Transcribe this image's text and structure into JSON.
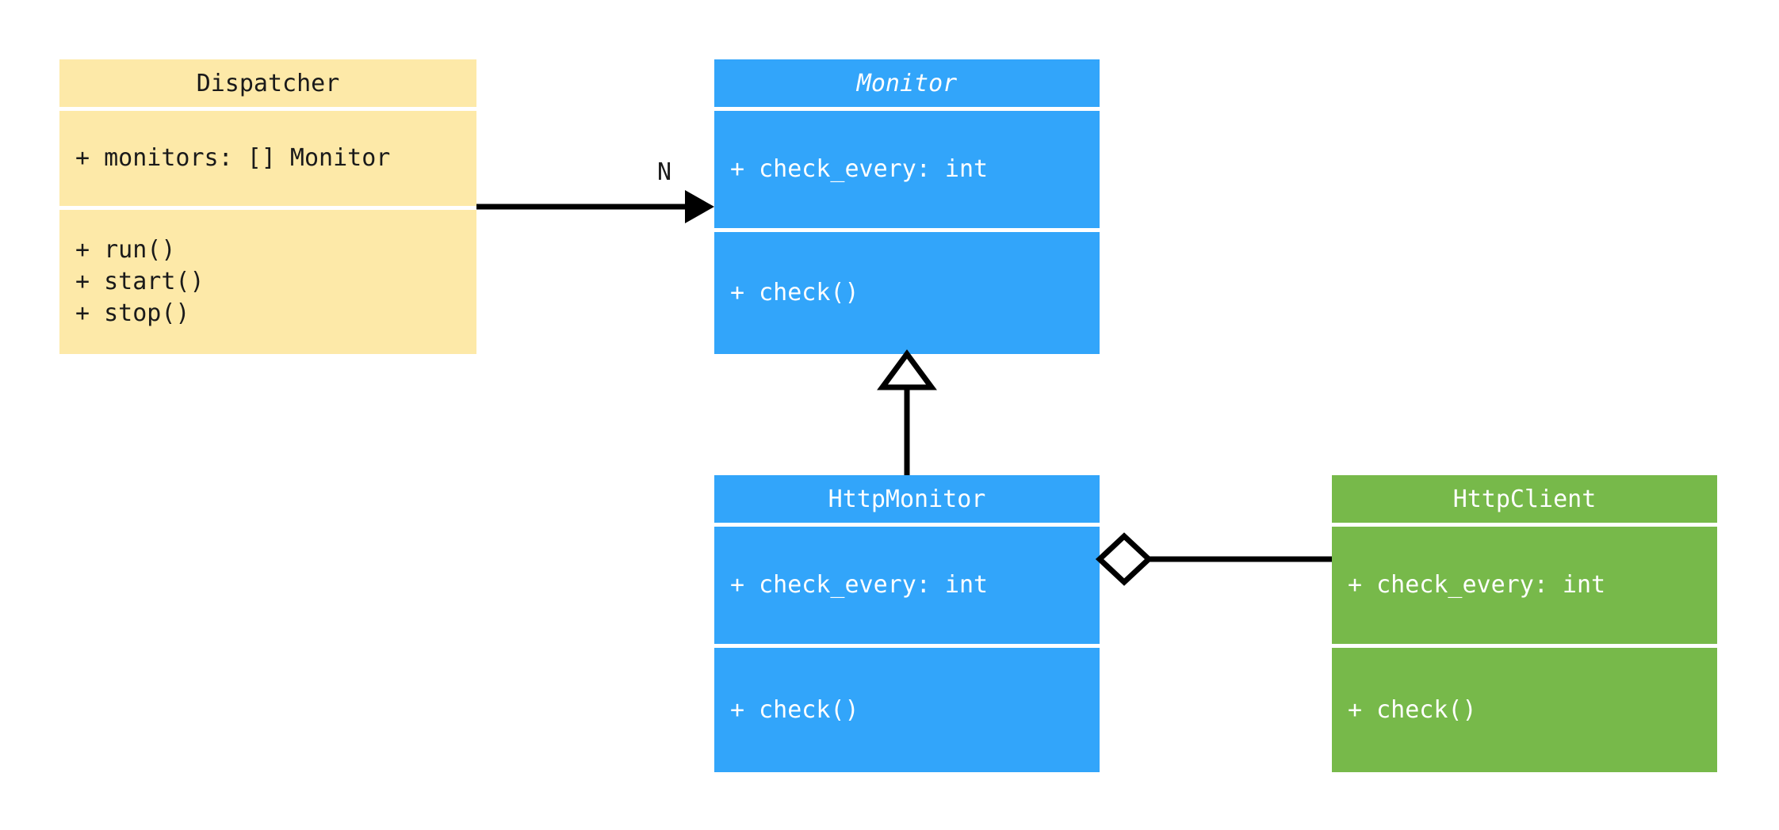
{
  "diagram": {
    "type": "uml-class-diagram",
    "background": "#ffffff",
    "classes": [
      {
        "id": "dispatcher",
        "name": "Dispatcher",
        "abstract": false,
        "color": "#fde9a8",
        "text_color": "#1a1a1a",
        "attributes": [
          "+ monitors: [] Monitor"
        ],
        "methods": [
          "+ run()",
          "+ start()",
          "+ stop()"
        ]
      },
      {
        "id": "monitor",
        "name": "Monitor",
        "abstract": true,
        "color": "#32a5fa",
        "text_color": "#ffffff",
        "attributes": [
          "+ check_every: int"
        ],
        "methods": [
          "+ check()"
        ]
      },
      {
        "id": "httpmonitor",
        "name": "HttpMonitor",
        "abstract": false,
        "color": "#32a5fa",
        "text_color": "#ffffff",
        "attributes": [
          "+ check_every: int"
        ],
        "methods": [
          "+ check()"
        ]
      },
      {
        "id": "httpclient",
        "name": "HttpClient",
        "abstract": false,
        "color": "#77b94a",
        "text_color": "#ffffff",
        "attributes": [
          "+ check_every: int"
        ],
        "methods": [
          "+ check()"
        ]
      }
    ],
    "relationships": [
      {
        "id": "dispatcher-monitor",
        "kind": "association",
        "from": "Dispatcher",
        "to": "Monitor",
        "arrowhead": "filled-triangle",
        "label": "N"
      },
      {
        "id": "httpmonitor-monitor",
        "kind": "generalization",
        "from": "HttpMonitor",
        "to": "Monitor",
        "arrowhead": "hollow-triangle",
        "label": ""
      },
      {
        "id": "httpmonitor-httpclient",
        "kind": "aggregation",
        "from": "HttpMonitor",
        "to": "HttpClient",
        "arrowhead": "hollow-diamond",
        "label": ""
      }
    ],
    "line_color": "#000000"
  }
}
